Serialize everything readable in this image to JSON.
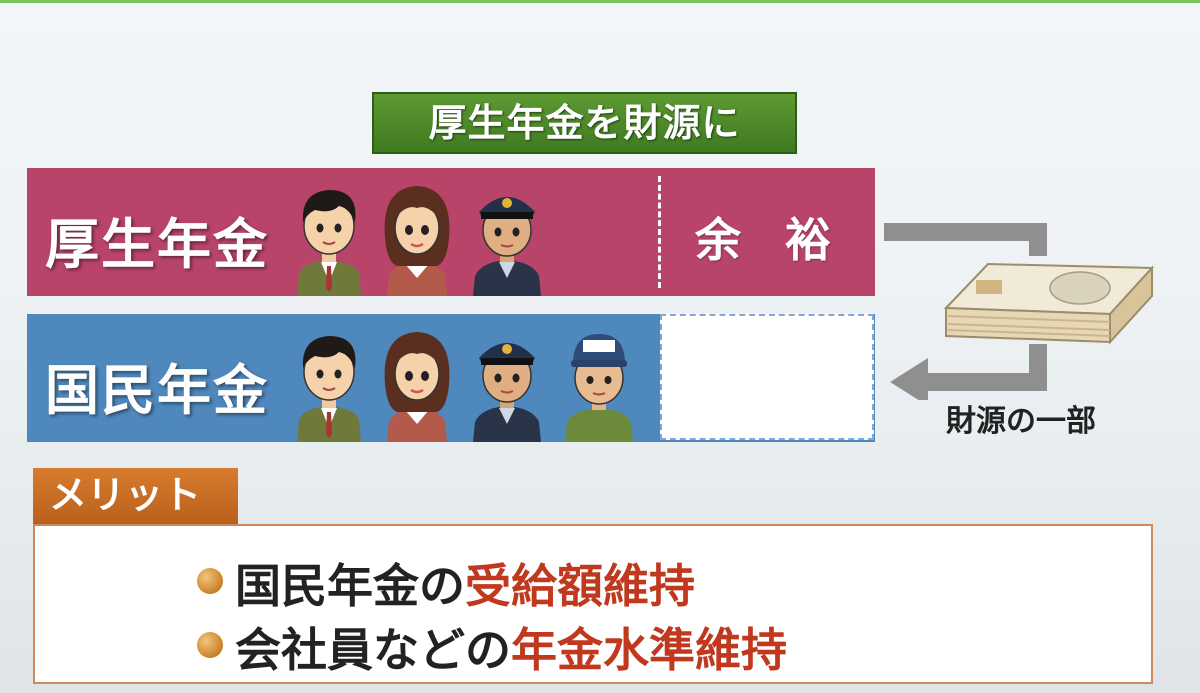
{
  "title": "厚生年金を財源に",
  "kosei": {
    "label": "厚生年金",
    "surplus": "余 裕"
  },
  "kokumin": {
    "label": "国民年金"
  },
  "flow": {
    "source_label": "財源の一部"
  },
  "merit": {
    "tab": "メリット",
    "items": [
      {
        "prefix": "国民年金の",
        "highlight": "受給額維持"
      },
      {
        "prefix": "会社員などの",
        "highlight": "年金水準維持"
      }
    ]
  },
  "colors": {
    "kosei": "#b9446a",
    "kokumin": "#4f88bd",
    "title": "#4a8a27",
    "merit": "#c86a24",
    "highlight": "#c0391f"
  }
}
